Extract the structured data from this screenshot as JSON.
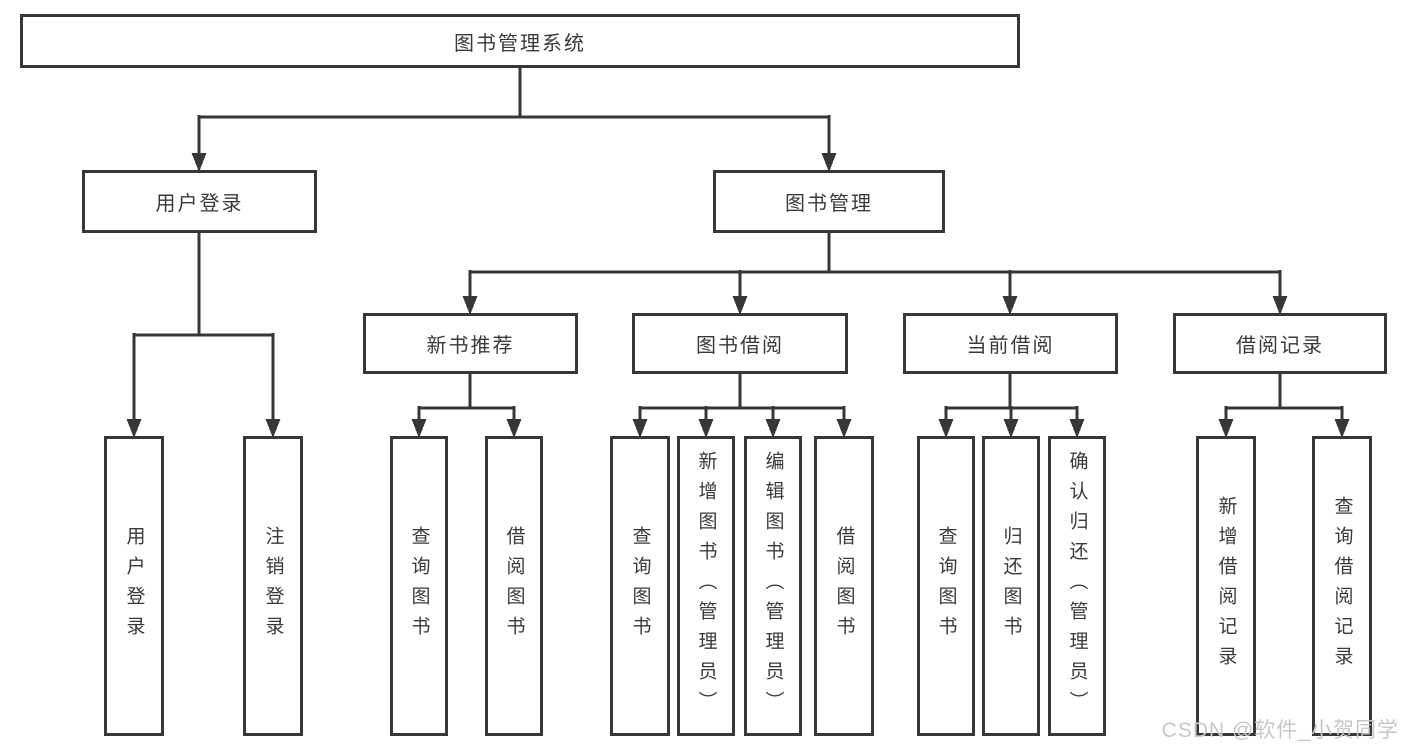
{
  "diagram": {
    "title": "图书管理系统",
    "root": {
      "label": "图书管理系统"
    },
    "level2": [
      {
        "label": "用户登录"
      },
      {
        "label": "图书管理"
      }
    ],
    "level3": [
      {
        "label": "新书推荐"
      },
      {
        "label": "图书借阅"
      },
      {
        "label": "当前借阅"
      },
      {
        "label": "借阅记录"
      }
    ],
    "leaves": [
      {
        "label": "用户登录"
      },
      {
        "label": "注销登录"
      },
      {
        "label": "查询图书"
      },
      {
        "label": "借阅图书"
      },
      {
        "label": "查询图书"
      },
      {
        "label": "新增图书（管理员）"
      },
      {
        "label": "编辑图书（管理员）"
      },
      {
        "label": "借阅图书"
      },
      {
        "label": "查询图书"
      },
      {
        "label": "归还图书"
      },
      {
        "label": "确认归还（管理员）"
      },
      {
        "label": "新增借阅记录"
      },
      {
        "label": "查询借阅记录"
      }
    ]
  },
  "watermark": {
    "text": "CSDN @软件_小贺同学"
  },
  "colors": {
    "line": "#373737",
    "text": "#3a3a3a",
    "box_background": "#ffffff",
    "page_background": "#ffffff",
    "watermark": "#c7c7cb"
  }
}
